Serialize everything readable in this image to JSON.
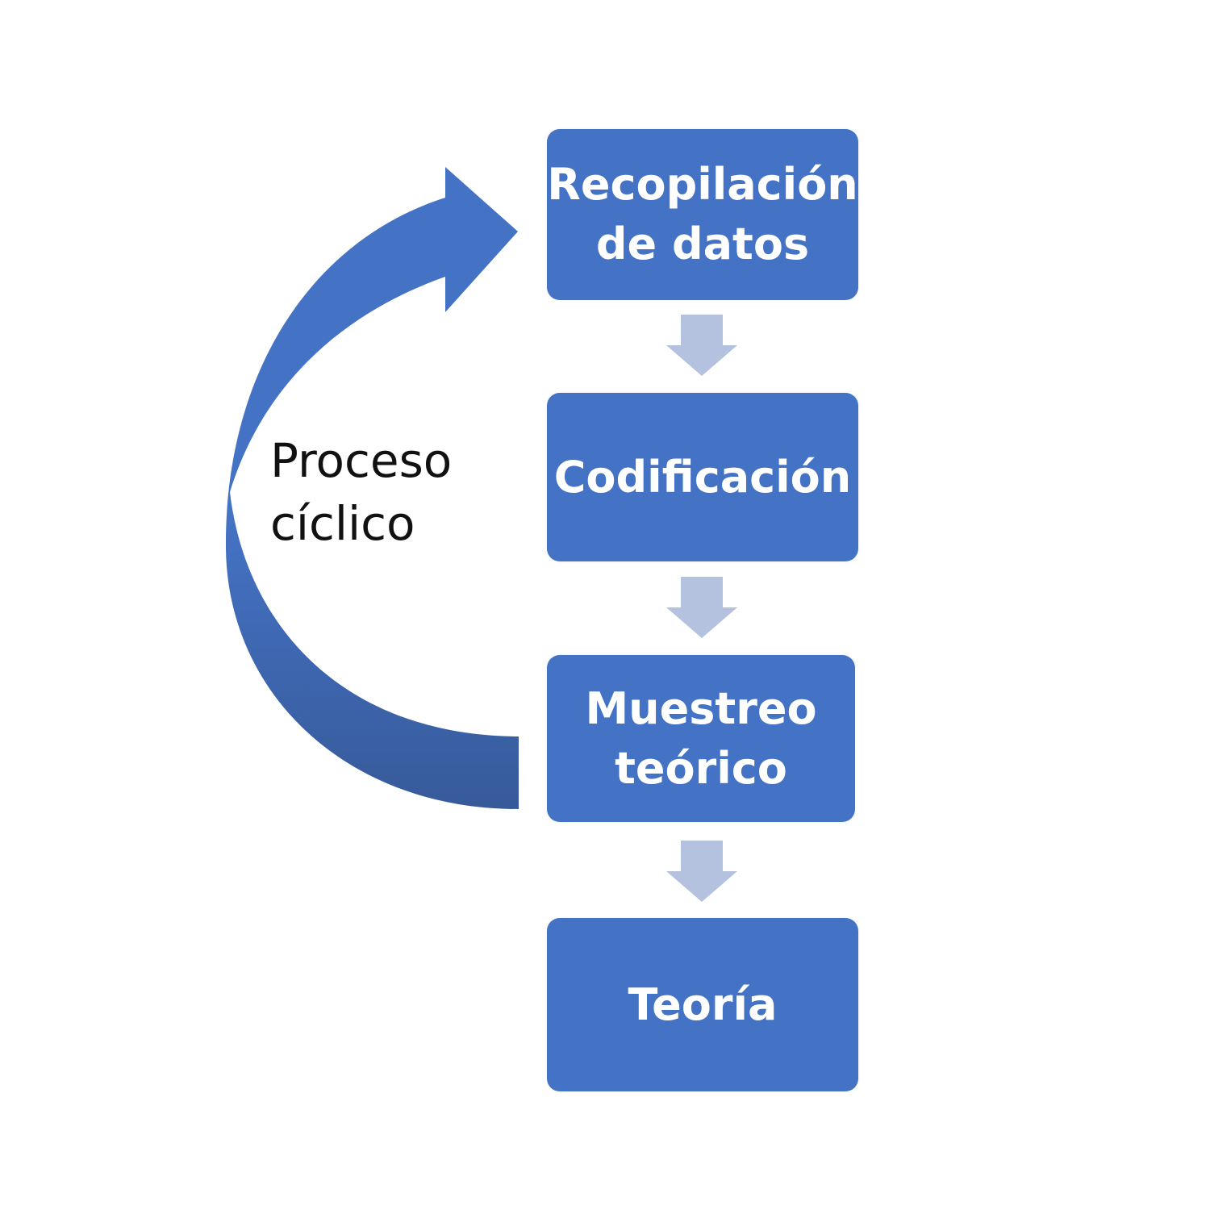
{
  "diagram": {
    "steps": [
      {
        "label": "Recopilación\nde datos"
      },
      {
        "label": "Codificación"
      },
      {
        "label": "Muestreo\nteórico"
      },
      {
        "label": "Teoría"
      }
    ],
    "cycle_label": "Proceso\ncíclico",
    "colors": {
      "box_fill": "#4472c4",
      "box_text": "#ffffff",
      "connector_arrow": "#b4c2e0",
      "cycle_arrow_top": "#4472c4",
      "cycle_arrow_bottom": "#375a9a"
    },
    "icons": {
      "connector": "down-arrow-icon",
      "cycle": "curved-cycle-arrow-icon"
    }
  }
}
